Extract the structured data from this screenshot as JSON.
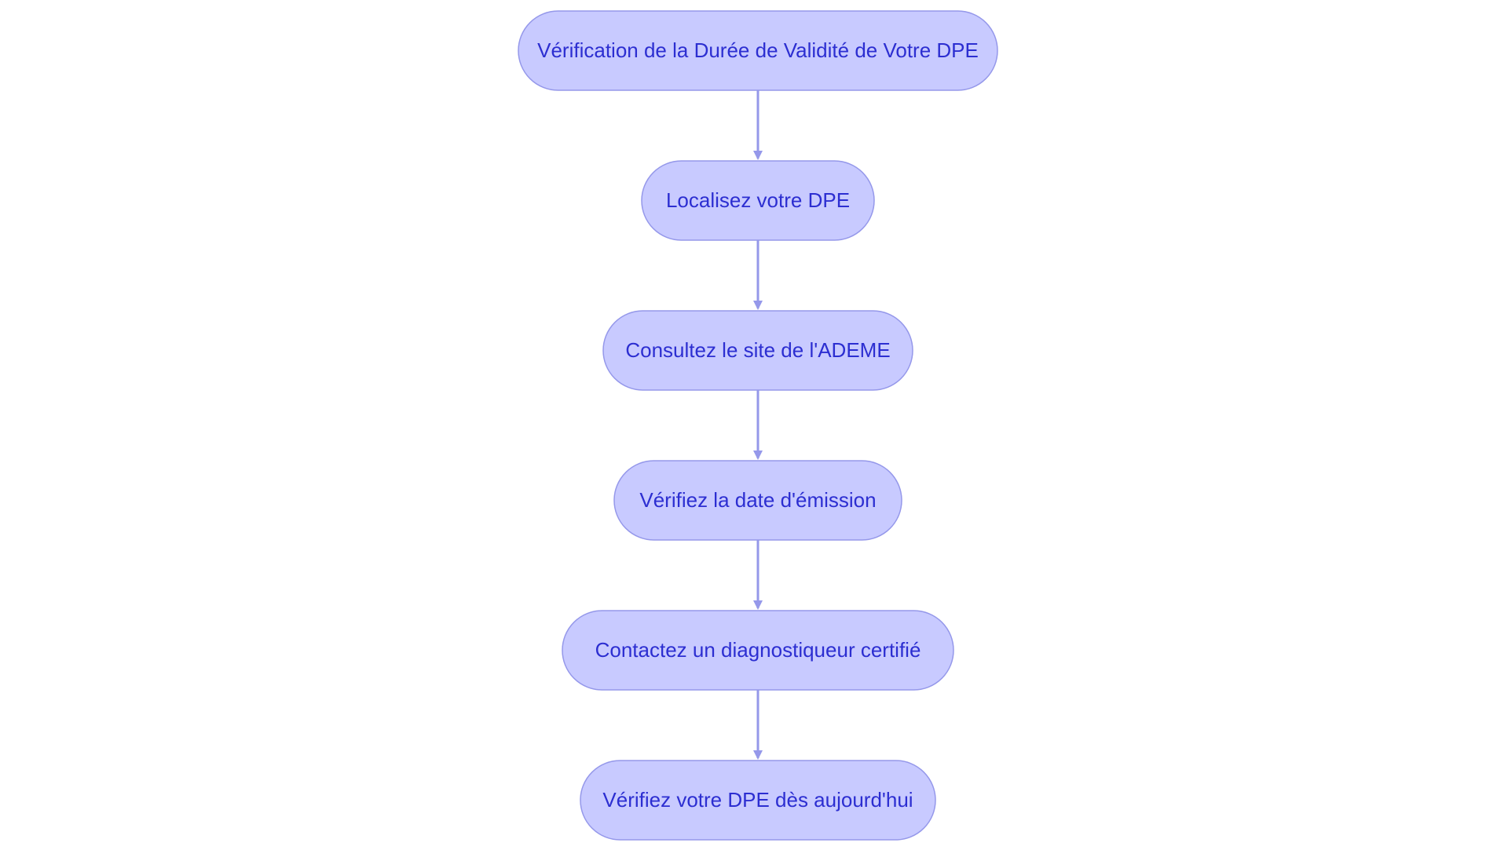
{
  "colors": {
    "node_fill": "#c8caff",
    "node_stroke": "#9598ea",
    "node_text": "#2c2ed1",
    "edge": "#9598ea",
    "background": "#ffffff"
  },
  "flow": {
    "nodes": [
      {
        "id": "n1",
        "label": "Vérification de la Durée de Validité de Votre DPE"
      },
      {
        "id": "n2",
        "label": "Localisez votre DPE"
      },
      {
        "id": "n3",
        "label": "Consultez le site de l'ADEME"
      },
      {
        "id": "n4",
        "label": "Vérifiez la date d'émission"
      },
      {
        "id": "n5",
        "label": "Contactez un diagnostiqueur certifié"
      },
      {
        "id": "n6",
        "label": "Vérifiez votre DPE dès aujourd'hui"
      }
    ],
    "edges": [
      {
        "from": "n1",
        "to": "n2"
      },
      {
        "from": "n2",
        "to": "n3"
      },
      {
        "from": "n3",
        "to": "n4"
      },
      {
        "from": "n4",
        "to": "n5"
      },
      {
        "from": "n5",
        "to": "n6"
      }
    ]
  }
}
